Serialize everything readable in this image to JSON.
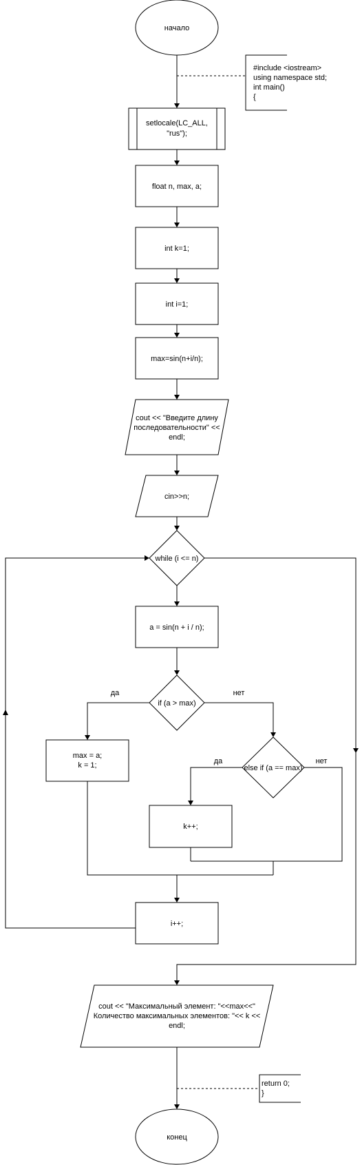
{
  "nodes": {
    "start": "начало",
    "comment_top": [
      "#include <iostream>",
      "using namespace std;",
      "int main()",
      "{"
    ],
    "setlocale": [
      "setlocale(LC_ALL,",
      "\"rus\");"
    ],
    "float_decl": "float n, max, a;",
    "int_k": "int k=1;",
    "int_i": "int i=1;",
    "max_init": "max=sin(n+i/n);",
    "output_prompt": [
      "cout << \"Введите длину",
      "последовательности\" <<",
      "endl;"
    ],
    "input_n": "cin>>n;",
    "while_cond": "while (i <= n)",
    "assign_a": "a = sin(n + i / n);",
    "if_cond": "if (a > max)",
    "yes_label_1": "да",
    "no_label_1": "нет",
    "max_assign": [
      "max = a;",
      "k = 1;"
    ],
    "elseif_cond": "else if (a == max)",
    "yes_label_2": "да",
    "no_label_2": "нет",
    "k_inc": "k++;",
    "i_inc": "i++;",
    "output_result": [
      "cout << \"Максимальный элемент: \"<<max<<\"",
      "Количество максимальных элементов: \"<< k <<",
      "endl;"
    ],
    "comment_bottom": [
      "return 0;",
      "}"
    ],
    "end": "конец"
  }
}
